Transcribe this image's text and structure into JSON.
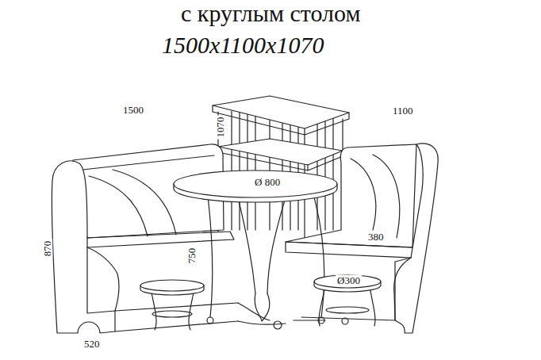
{
  "diagram": {
    "title": "с круглым столом",
    "labels": [
      "1500x1100x1070",
      "1500",
      "1100",
      "1070",
      "Ø 800",
      "870",
      "750",
      "380",
      "Ø300",
      "520"
    ]
  }
}
